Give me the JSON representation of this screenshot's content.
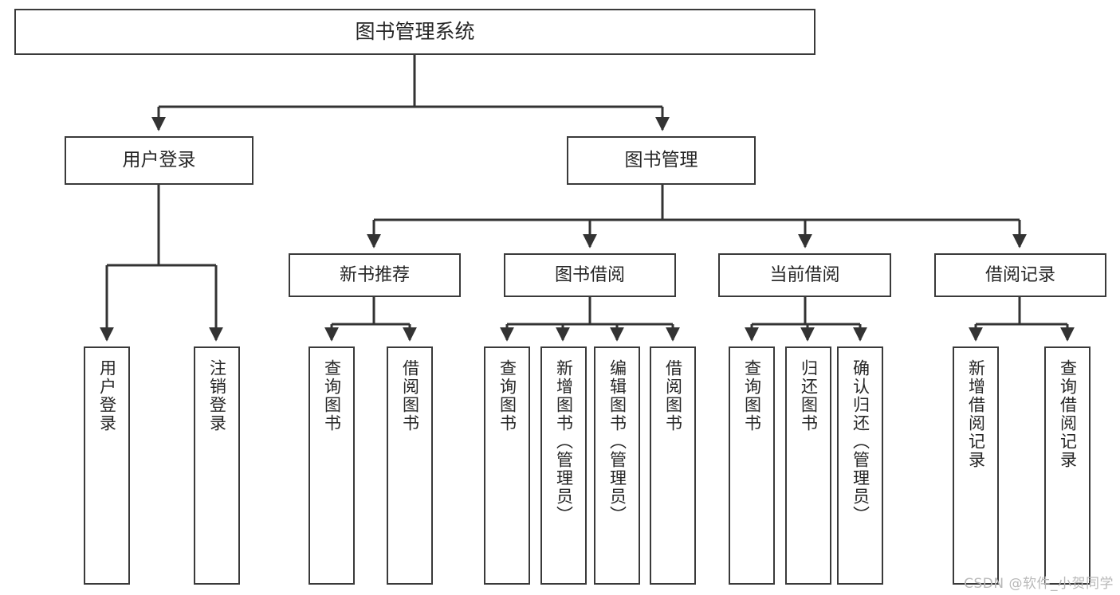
{
  "diagram": {
    "title": "图书管理系统",
    "type": "tree-hierarchy-chart",
    "watermark": "CSDN @软件_小贺同学",
    "colors": {
      "box_border": "#3a3a3a",
      "box_fill": "#ffffff",
      "edge": "#333333",
      "text": "#262626",
      "watermark": "#b8b8b8",
      "background": "#ffffff"
    }
  },
  "root": {
    "label": "图书管理系统"
  },
  "level1": [
    {
      "label": "用户登录"
    },
    {
      "label": "图书管理"
    }
  ],
  "level2": [
    {
      "label": "新书推荐"
    },
    {
      "label": "图书借阅"
    },
    {
      "label": "当前借阅"
    },
    {
      "label": "借阅记录"
    }
  ],
  "leaves": {
    "user_login": [
      {
        "label": "用户登录"
      },
      {
        "label": "注销登录"
      }
    ],
    "new_book": [
      {
        "label": "查询图书"
      },
      {
        "label": "借阅图书"
      }
    ],
    "book_borrow": [
      {
        "label": "查询图书"
      },
      {
        "label": "新增图书（管理员）"
      },
      {
        "label": "编辑图书（管理员）"
      },
      {
        "label": "借阅图书"
      }
    ],
    "current_borrow": [
      {
        "label": "查询图书"
      },
      {
        "label": "归还图书"
      },
      {
        "label": "确认归还（管理员）"
      }
    ],
    "borrow_record": [
      {
        "label": "新增借阅记录"
      },
      {
        "label": "查询借阅记录"
      }
    ]
  }
}
